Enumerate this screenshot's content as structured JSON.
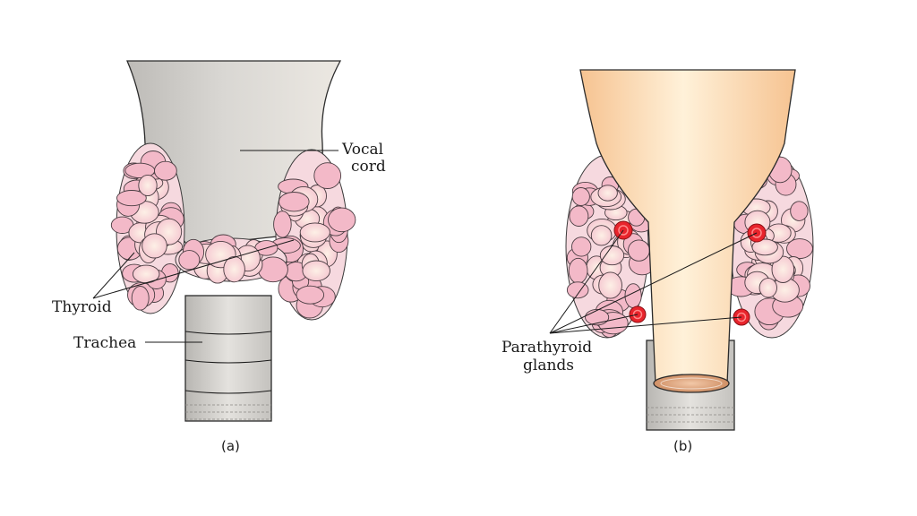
{
  "panel_a": {
    "caption": "(a)",
    "labels": {
      "vocal_cord_line1": "Vocal",
      "vocal_cord_line2": "cord",
      "thyroid": "Thyroid",
      "trachea": "Trachea"
    }
  },
  "panel_b": {
    "caption": "(b)",
    "labels": {
      "parathyroid_line1": "Parathyroid",
      "parathyroid_line2": "glands"
    }
  },
  "colors": {
    "larynx_a": "#d8d6d2",
    "larynx_b": "#f7c99a",
    "thyroid_pink": "#f2b8c6",
    "thyroid_cream": "#fbe8d8",
    "parathyroid_red": "#e8242c",
    "trachea_gray": "#d6d4d0",
    "lumen": "#e0a878"
  }
}
